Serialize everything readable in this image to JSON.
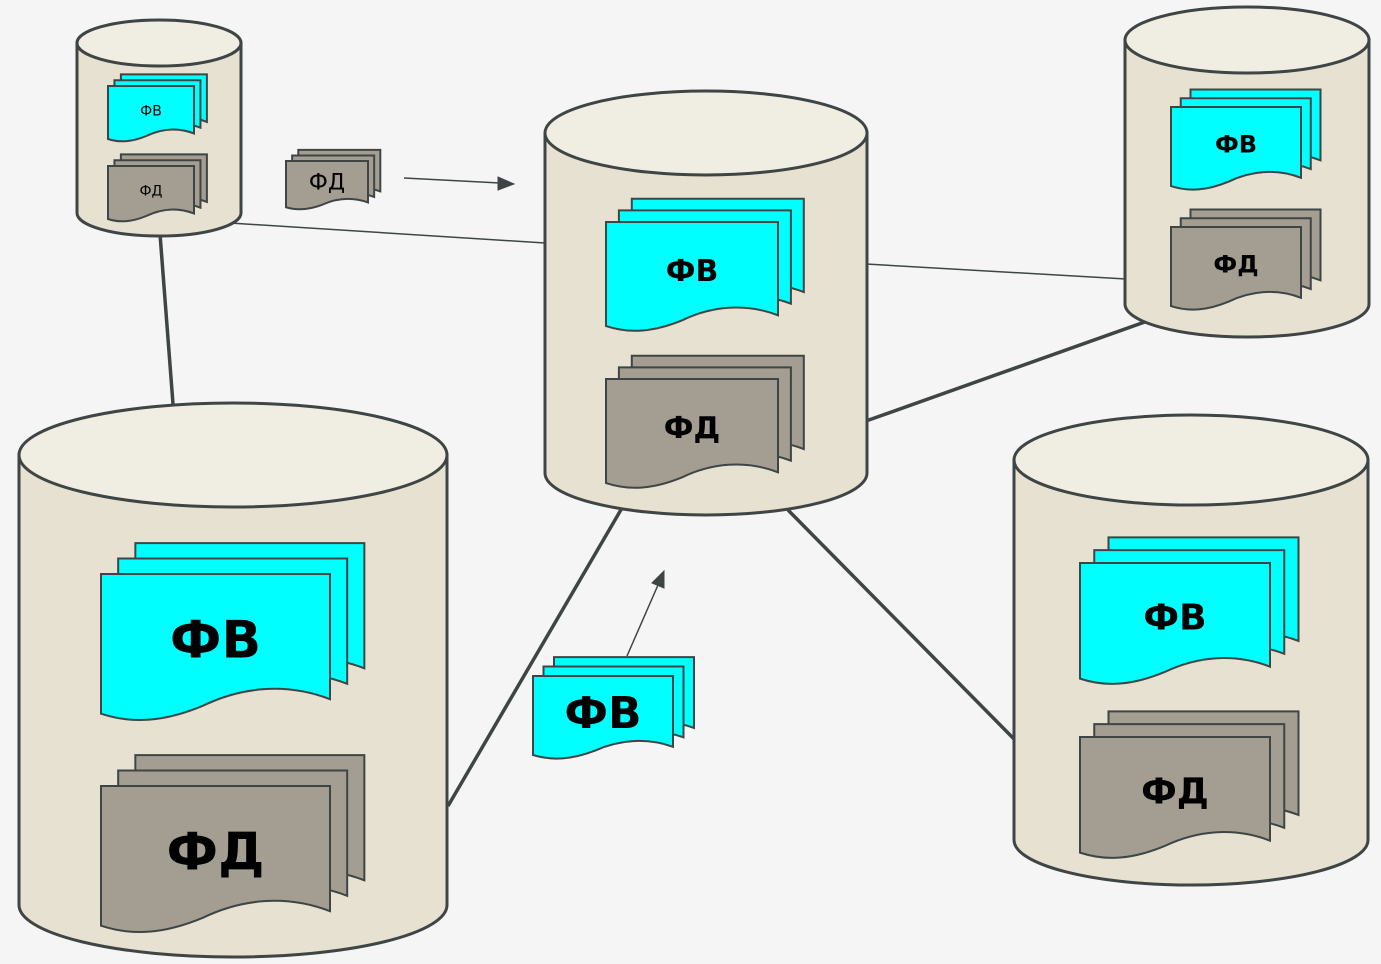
{
  "colors": {
    "background": "#f5f5f5",
    "cylinder_body": "#e6e1d0",
    "cylinder_top": "#f0eee3",
    "cylinder_stroke": "#3f4545",
    "doc_fv": "#00ffff",
    "doc_fd": "#a39e91",
    "doc_stroke": "#3f4545",
    "connector": "#3f4545"
  },
  "nodes": [
    {
      "id": "node-top-left",
      "docs": [
        {
          "kind": "fv",
          "label": "ФВ"
        },
        {
          "kind": "fd",
          "label": "ФД"
        }
      ]
    },
    {
      "id": "node-center",
      "docs": [
        {
          "kind": "fv",
          "label": "ФВ"
        },
        {
          "kind": "fd",
          "label": "ФД"
        }
      ]
    },
    {
      "id": "node-top-right",
      "docs": [
        {
          "kind": "fv",
          "label": "ФВ"
        },
        {
          "kind": "fd",
          "label": "ФД"
        }
      ]
    },
    {
      "id": "node-bottom-left",
      "docs": [
        {
          "kind": "fv",
          "label": "ФВ"
        },
        {
          "kind": "fd",
          "label": "ФД"
        }
      ]
    },
    {
      "id": "node-bottom-right",
      "docs": [
        {
          "kind": "fv",
          "label": "ФВ"
        },
        {
          "kind": "fd",
          "label": "ФД"
        }
      ]
    }
  ],
  "transfers": [
    {
      "id": "transfer-fd",
      "kind": "fd",
      "label": "ФД"
    },
    {
      "id": "transfer-fv",
      "kind": "fv",
      "label": "ФВ"
    }
  ]
}
